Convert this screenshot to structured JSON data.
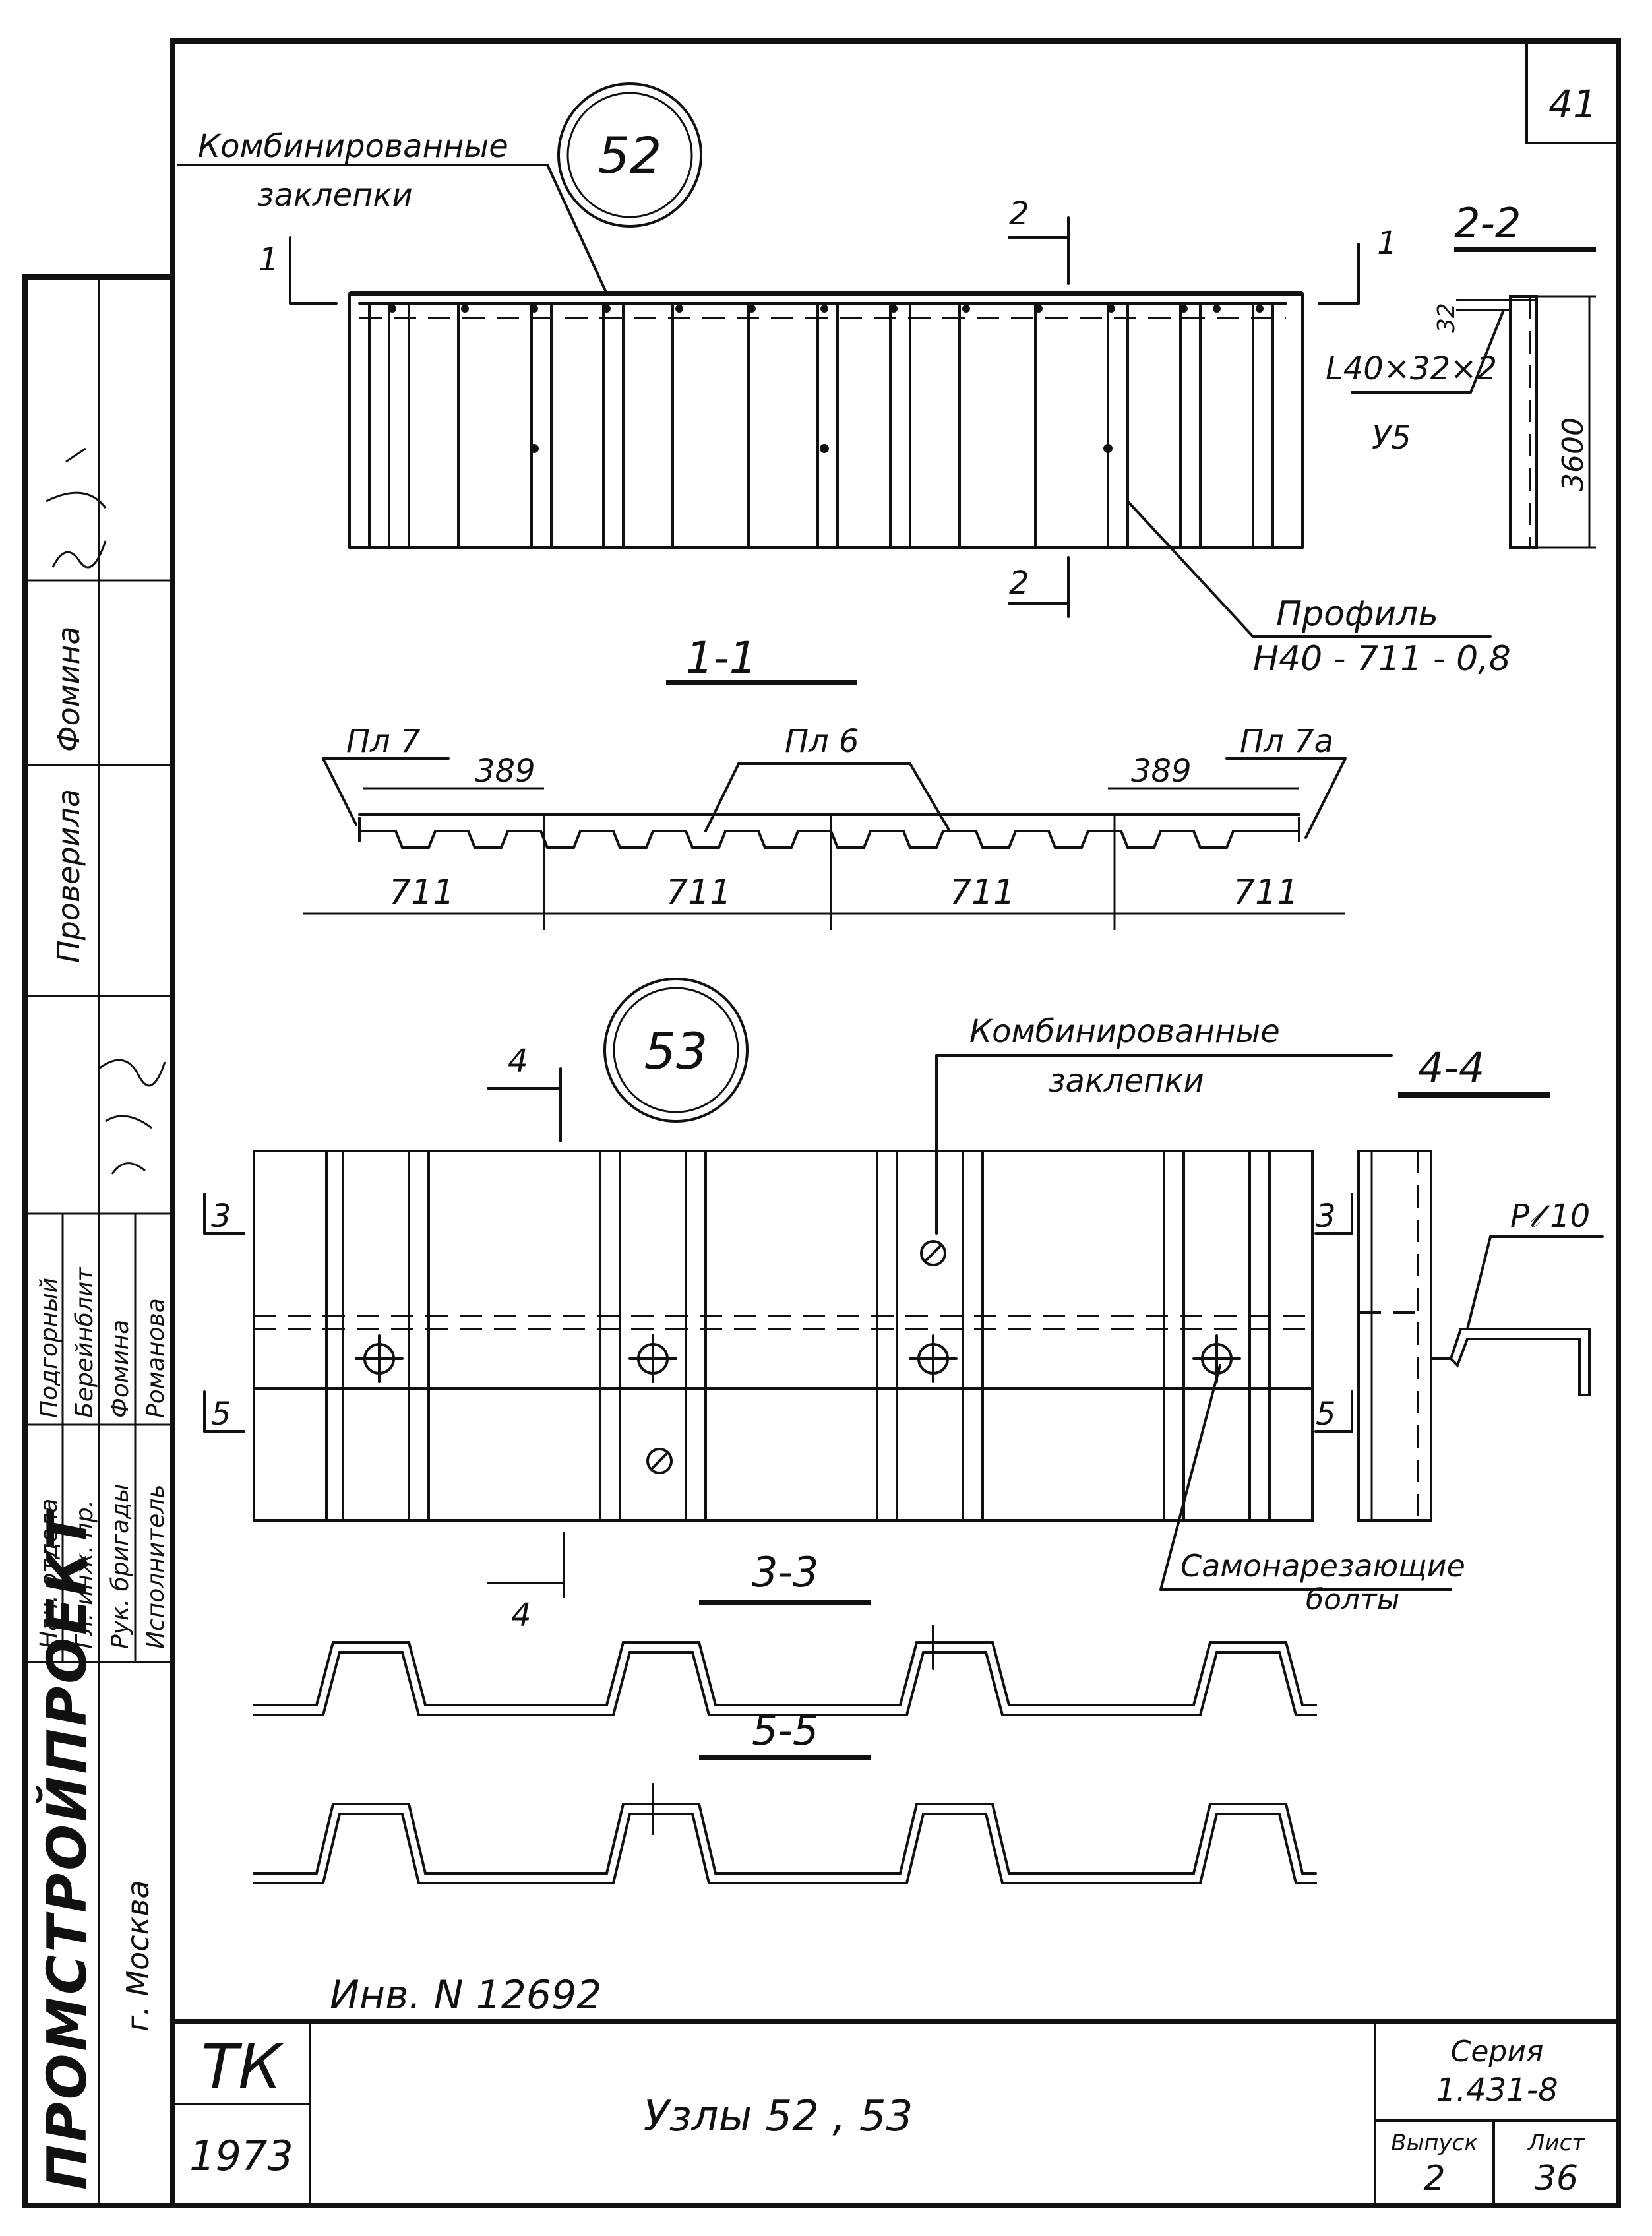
{
  "sheet_number": "41",
  "node_52": {
    "bubble": "52",
    "rivets_label_1": "Комбинированные",
    "rivets_label_2": "заклепки",
    "cut_2": "2",
    "cut_1": "1",
    "section_22_title": "2-2",
    "angle_label": "L40×32×2",
    "angle_sub": "У5",
    "dim_32": "32",
    "dim_3600": "3600",
    "profile_label_1": "Профиль",
    "profile_label_2": "Н40 - 711 - 0,8",
    "section_11_title": "1-1",
    "pl7": "Пл 7",
    "pl6": "Пл 6",
    "pl7a": "Пл 7а",
    "dim_389": "389",
    "dim_711": "711"
  },
  "node_53": {
    "bubble": "53",
    "rivets_label_1": "Комбинированные",
    "rivets_label_2": "заклепки",
    "section_44_title": "4-4",
    "cut_4": "4",
    "cut_3": "3",
    "cut_5": "5",
    "pe10": "Р𝓁 10",
    "bolts_label_1": "Самонарезающие",
    "bolts_label_2": "болты",
    "section_33_title": "3-3",
    "section_55_title": "5-5"
  },
  "inventory": "Инв. N 12692",
  "left_stamp": {
    "org": "ПРОМСТРОЙПРОЕКТ",
    "city": "г. Москва",
    "roles": [
      "Нач. отдела",
      "Гл. инж. пр.",
      "Рук. бригады",
      "Исполнитель"
    ],
    "names": [
      "Подгорный",
      "Берейнблит",
      "Фомина",
      "Романова"
    ],
    "checked_label": "Проверила",
    "checked_name": "Фомина"
  },
  "title_block": {
    "logo": "ТК",
    "year": "1973",
    "title": "Узлы 52 , 53",
    "series_label": "Серия",
    "series_value": "1.431-8",
    "issue_label": "Выпуск",
    "issue_value": "2",
    "sheet_label": "Лист",
    "sheet_value": "36"
  }
}
